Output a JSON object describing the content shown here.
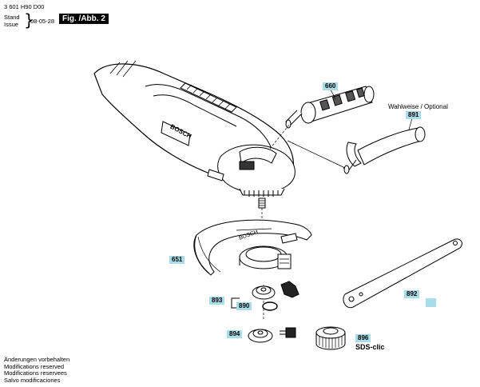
{
  "header": {
    "doc_number": "3 601 H90 D00",
    "stand_label": "Stand",
    "issue_label": "Issue",
    "date": "08-05-28",
    "fig_label": "Fig. /Abb. 2"
  },
  "parts": {
    "p660": "660",
    "p891": "891",
    "p651": "651",
    "p893": "893",
    "p890": "890",
    "p894": "894",
    "p896": "896",
    "p892": "892"
  },
  "optional_text": "Wahlweise / Optional",
  "sds_text": "SDS-clic",
  "brand": "BOSCH",
  "footer": {
    "line1": "Änderungen vorbehalten",
    "line2": "Modifications reserved",
    "line3": "Modifications reservees",
    "line4": "Salvo modificaciones"
  }
}
